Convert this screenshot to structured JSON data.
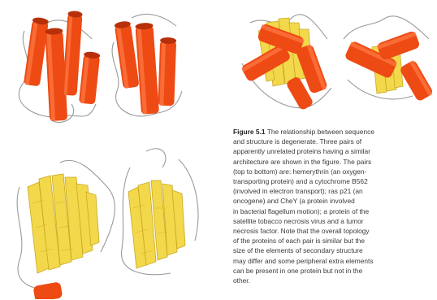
{
  "figure": {
    "label": "Figure 5.1",
    "caption_lines": [
      " The relationship between sequence",
      "and structure is degenerate. Three pairs of",
      "apparently unrelated proteins having a similar",
      "architecture are shown in the figure. The pairs",
      "(top to bottom) are: hemerythrin (an oxygen-",
      "transporting protein) and a cytochrome B562",
      "(involved in electron transport); ras p21 (an",
      "oncogene) and CheY (a protein involved",
      "in bacterial flagellum motion); a protein of the",
      "satellite tobacco necrosis virus and a tumor",
      "necrosis factor. Note that the overall topology",
      "of the proteins of each pair is similar but the",
      "size of the elements of secondary structure",
      "may differ and some peripheral extra elements",
      "can be present in one protein but not in the",
      "other."
    ]
  },
  "colors": {
    "helix": "#ee4a14",
    "helix_dark": "#b8300a",
    "helix_light": "#ff7a45",
    "strand": "#f2d84a",
    "strand_dark": "#c9a923",
    "coil": "#9a9a9a"
  }
}
